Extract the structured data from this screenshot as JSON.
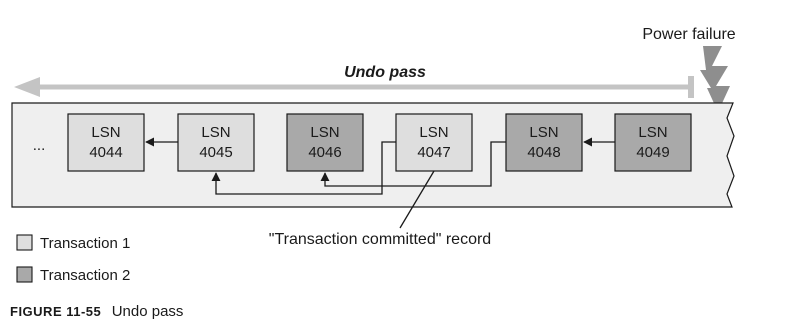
{
  "colors": {
    "log_strip_fill": "#efefef",
    "transaction_1_fill": "#dedede",
    "transaction_2_fill": "#a9a9a9",
    "undo_arrow": "#c4c4c4",
    "power_failure_bolt": "#8e8e8e",
    "stroke": "#1a1a1a"
  },
  "diagram": {
    "undo_pass_label": "Undo pass",
    "power_failure_label": "Power failure",
    "ellipsis": "...",
    "records": [
      {
        "lsn_line1": "LSN",
        "lsn_line2": "4044",
        "transaction": 1
      },
      {
        "lsn_line1": "LSN",
        "lsn_line2": "4045",
        "transaction": 1
      },
      {
        "lsn_line1": "LSN",
        "lsn_line2": "4046",
        "transaction": 2
      },
      {
        "lsn_line1": "LSN",
        "lsn_line2": "4047",
        "transaction": 1
      },
      {
        "lsn_line1": "LSN",
        "lsn_line2": "4048",
        "transaction": 2
      },
      {
        "lsn_line1": "LSN",
        "lsn_line2": "4049",
        "transaction": 2
      }
    ],
    "committed_record_label": "\"Transaction committed\" record"
  },
  "legend": {
    "items": [
      {
        "label": "Transaction 1",
        "transaction": 1
      },
      {
        "label": "Transaction 2",
        "transaction": 2
      }
    ]
  },
  "caption": {
    "figure_number": "FIGURE 11-55",
    "title": "Undo pass"
  }
}
